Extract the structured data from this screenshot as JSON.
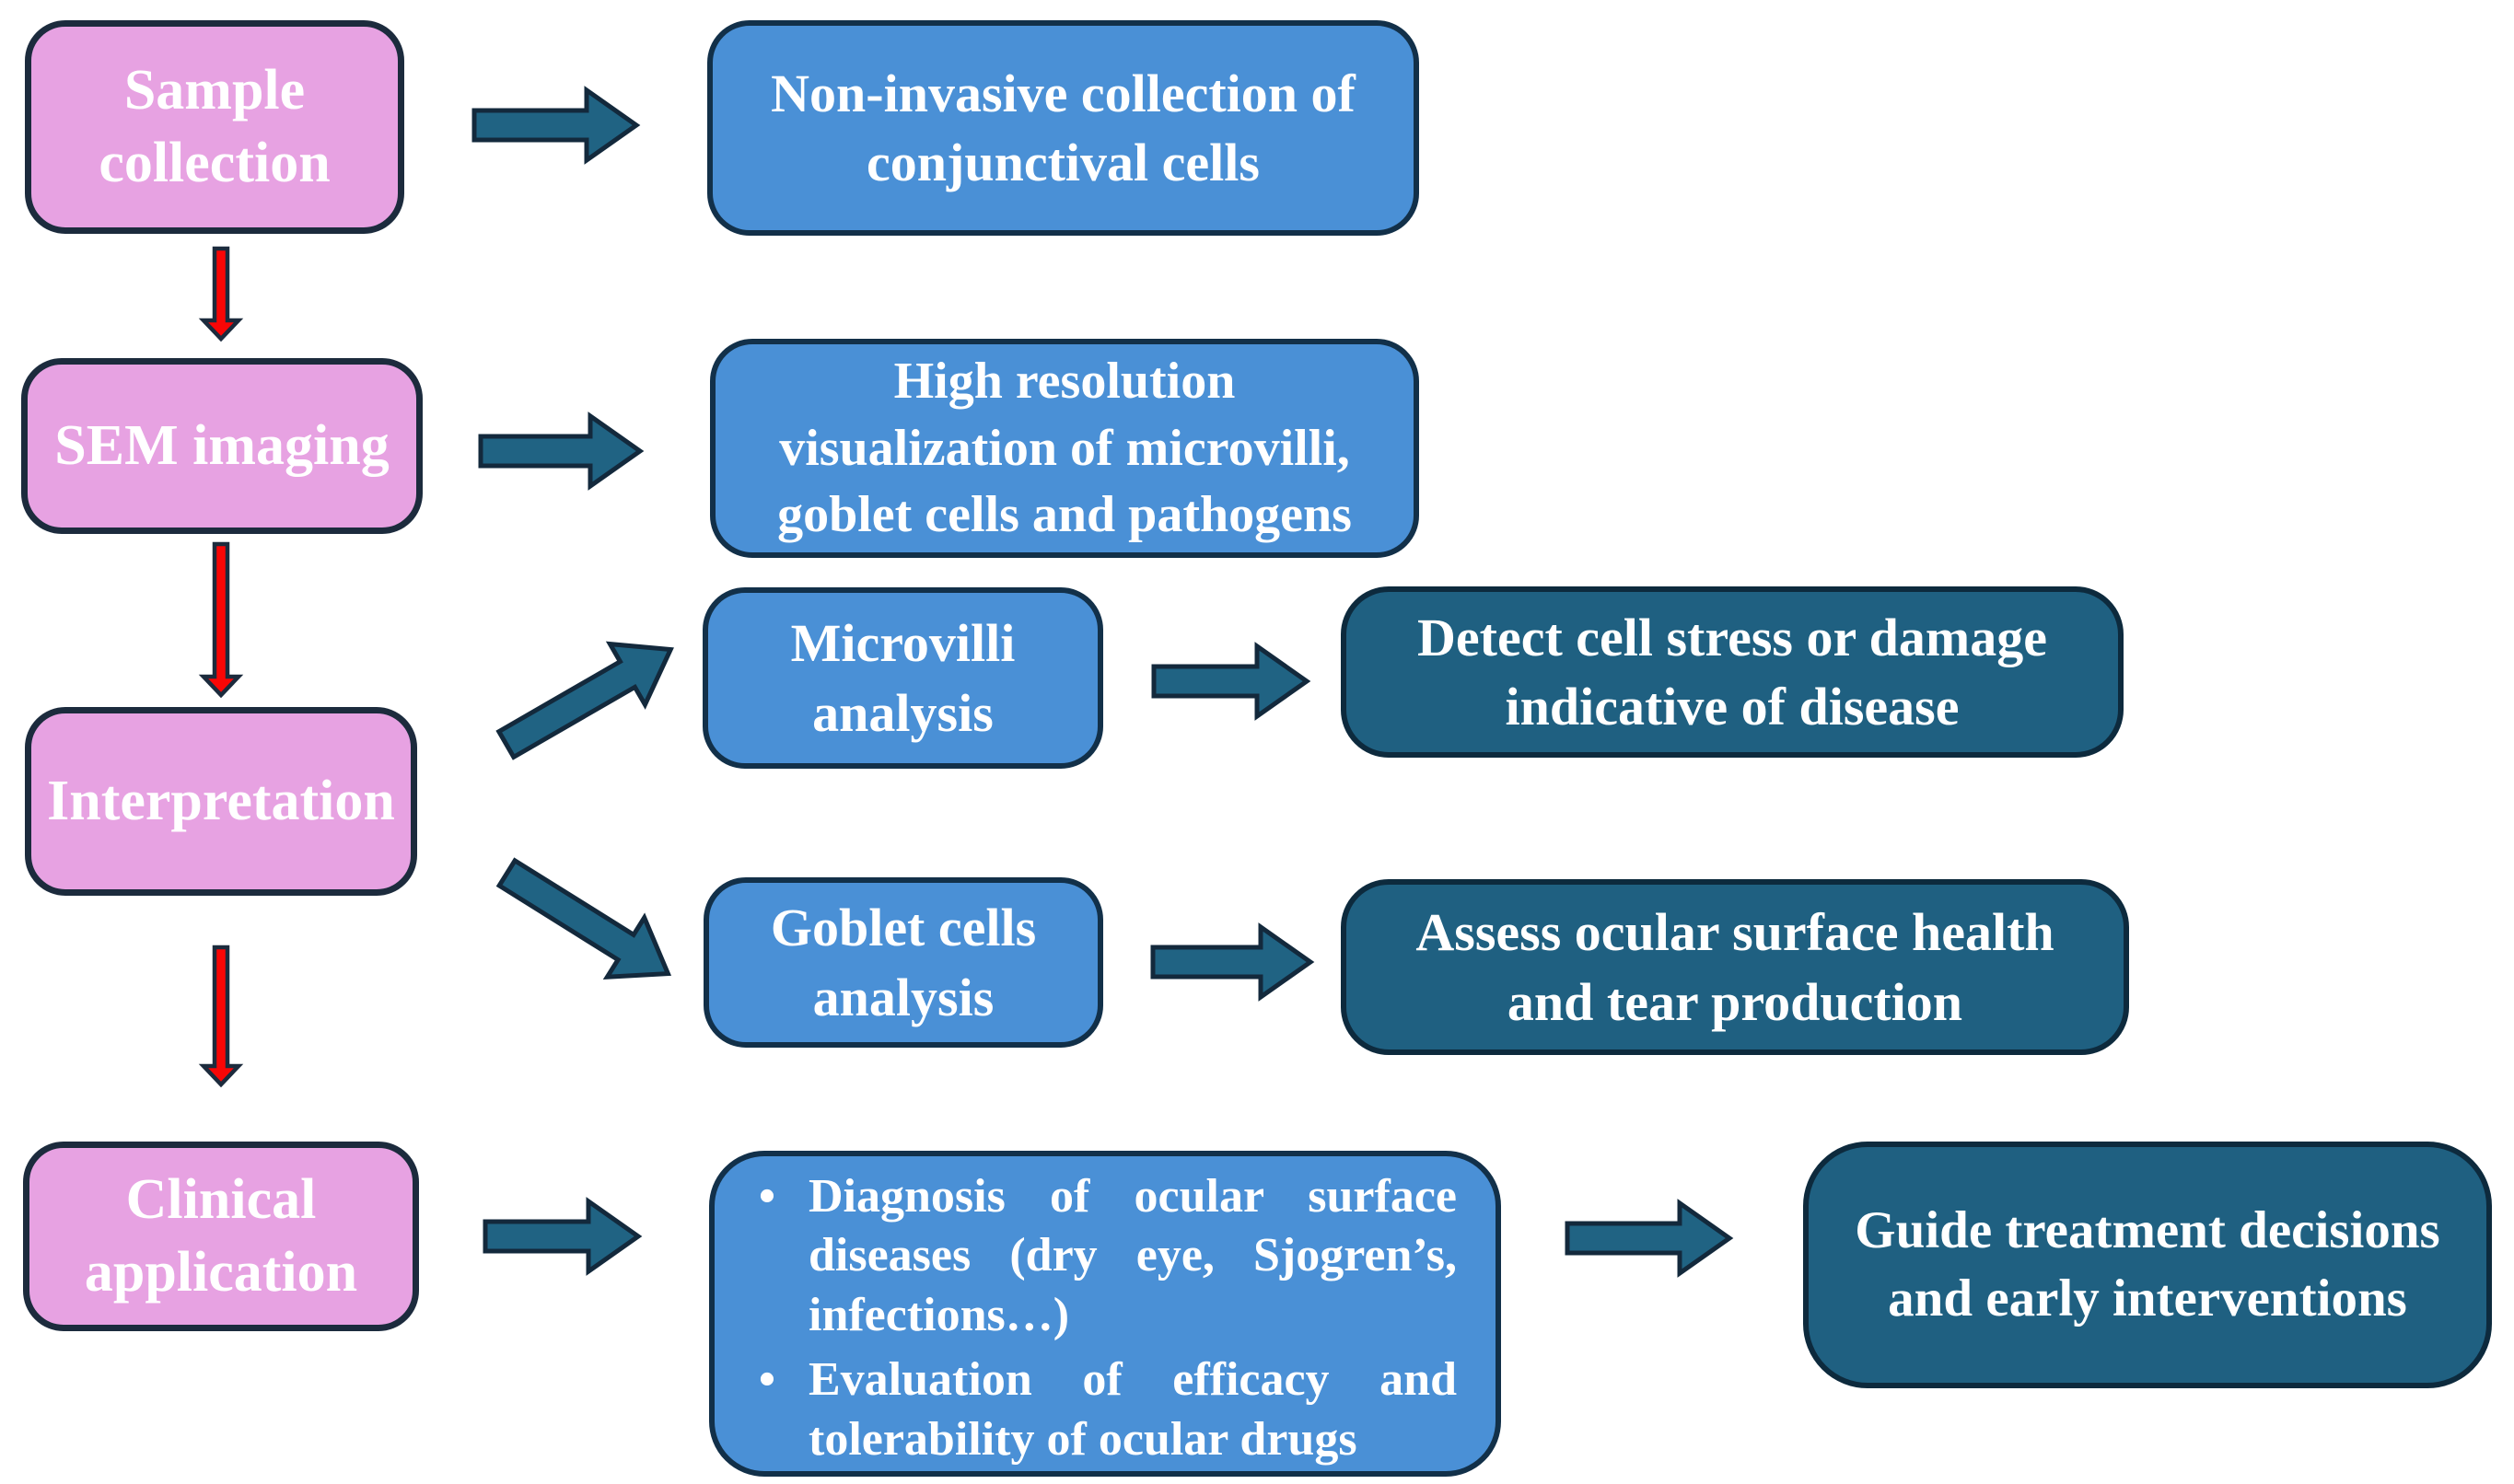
{
  "colors": {
    "background": "#ffffff",
    "pink": "#e7a2e2",
    "blue": "#4a90d6",
    "teal": "#1f6081",
    "arrow": "#206383",
    "red": "#f90606",
    "text": "#ffffff",
    "border-pink": "#1c2b3d",
    "border-blue": "#123049",
    "border-teal": "#0d2a3d",
    "border-arrow": "#13293c",
    "border-red": "#1c2b3d"
  },
  "stages": {
    "sample_collection": "Sample\ncollection",
    "sem_imaging": "SEM imaging",
    "interpretation": "Interpretation",
    "clinical_application": "Clinical\napplication"
  },
  "outcomes": {
    "collection": "Non-invasive collection of\nconjunctival cells",
    "visualization": "High resolution\nvisualization of microvilli,\ngoblet cells and pathogens",
    "microvilli_analysis": "Microvilli\nanalysis",
    "goblet_analysis": "Goblet cells\nanalysis",
    "detect": "Detect cell stress or damage\nindicative of disease",
    "assess": "Assess ocular surface health\nand tear production",
    "guide": "Guide treatment decisions\nand early interventions"
  },
  "clinical_applications": {
    "bullet_char": "•",
    "bullets": [
      "Diagnosis of ocular surface diseases (dry eye, Sjogren’s, infections…)",
      "Evaluation of efficacy and tolerability of ocular drugs"
    ]
  }
}
